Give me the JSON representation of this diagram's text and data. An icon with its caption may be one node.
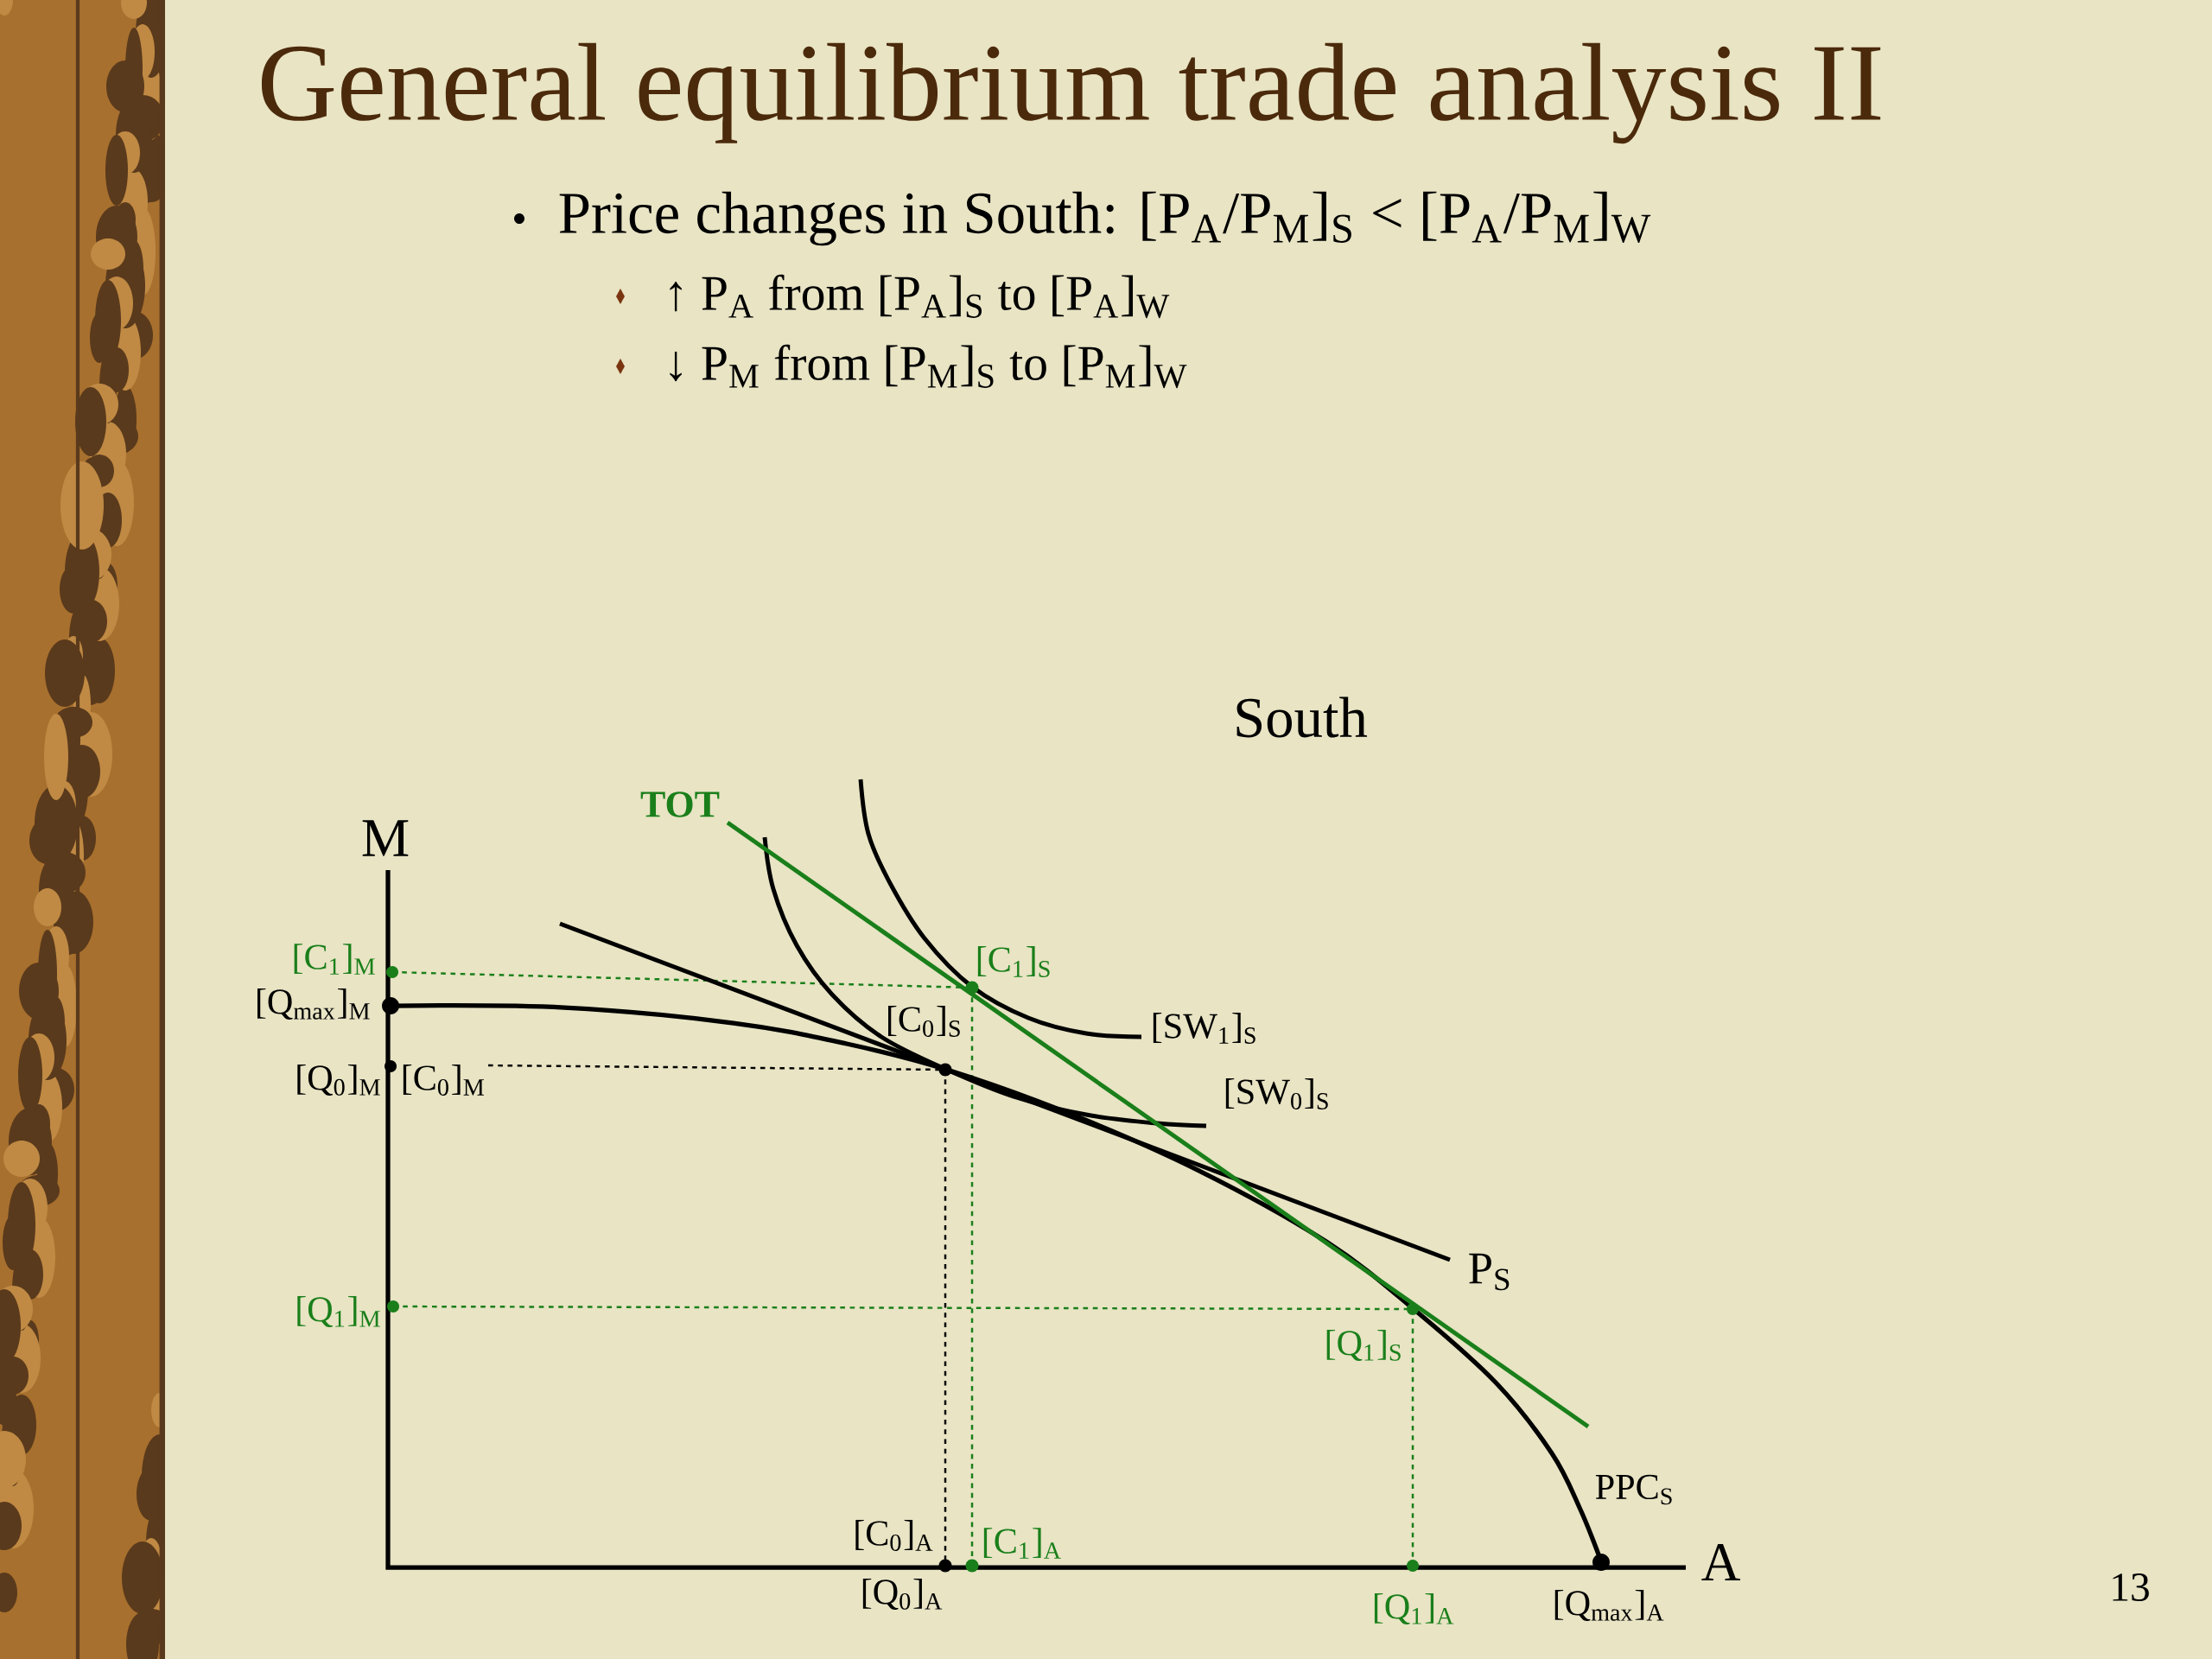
{
  "diagram": {
    "title": "General equilibrium trade analysis II",
    "labels": [
      "Price changes in South: [P$_{A}$/P$_{M}$]$_{S}$ < [P$_{A}$/P$_{M}$]$_{W}$",
      "↑ P$_{A}$ from [P$_{A}$]$_{S}$ to [P$_{A}$]$_{W}$",
      "↓ P$_{M}$ from [P$_{M}$]$_{S}$ to [P$_{M}$]$_{W}$",
      "South",
      "TOT",
      "M",
      "[C$_{1}$]$_{M}$",
      "[C$_{1}$]$_{S}$",
      "[Q$_{max}$]$_{M}$",
      "[C$_{0}$]$_{S}$",
      "[SW$_{1}$]$_{S}$",
      "[Q$_{0}$]$_{M}$",
      "[C$_{0}$]$_{M}$",
      "[SW$_{0}$]$_{S}$",
      "P$_{S}$",
      "[Q$_{1}$]$_{M}$",
      "[Q$_{1}$]$_{S}$",
      "PPC$_{S}$",
      "[C$_{0}$]$_{A}$",
      "[C$_{1}$]$_{A}$",
      "A",
      "[Q$_{0}$]$_{A}$",
      "[Q$_{1}$]$_{A}$",
      "[Q$_{max}$]$_{A}$",
      "13"
    ]
  }
}
